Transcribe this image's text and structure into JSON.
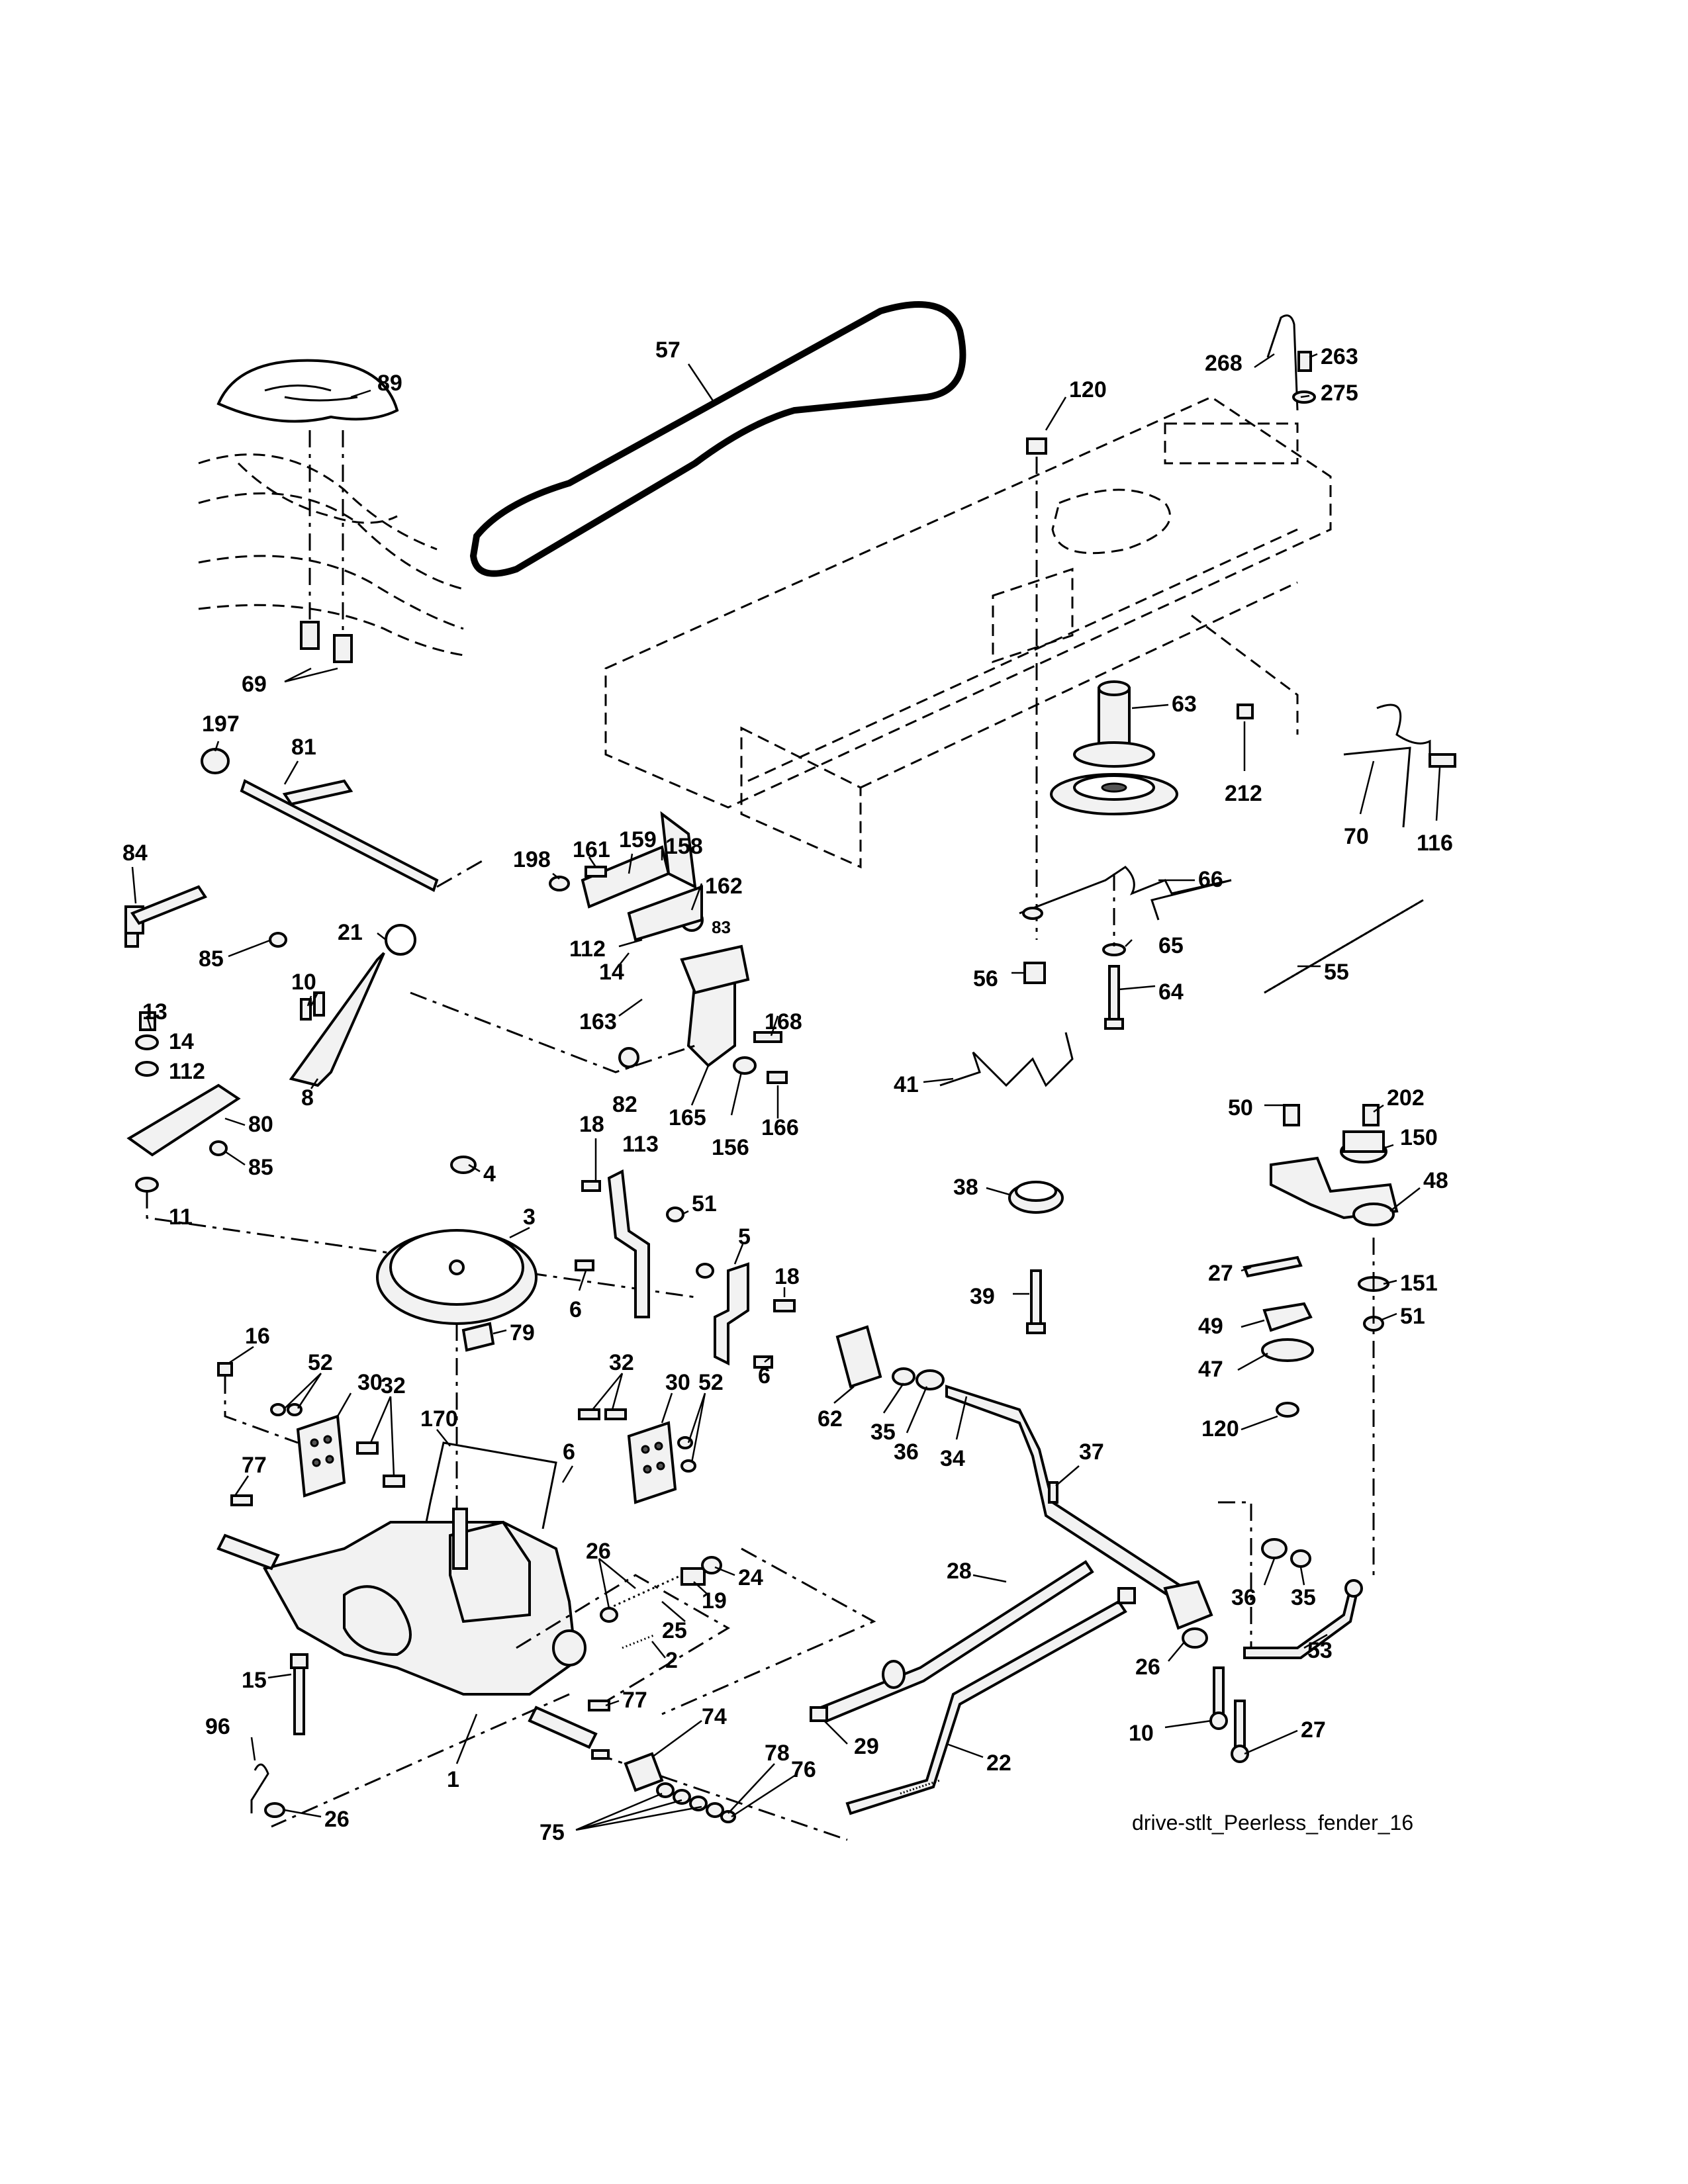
{
  "caption": "drive-stlt_Peerless_fender_16",
  "callouts": [
    {
      "id": "57",
      "text": "57"
    },
    {
      "id": "89",
      "text": "89"
    },
    {
      "id": "120a",
      "text": "120"
    },
    {
      "id": "268",
      "text": "268"
    },
    {
      "id": "263",
      "text": "263"
    },
    {
      "id": "275",
      "text": "275"
    },
    {
      "id": "69",
      "text": "69"
    },
    {
      "id": "197",
      "text": "197"
    },
    {
      "id": "81",
      "text": "81"
    },
    {
      "id": "63",
      "text": "63"
    },
    {
      "id": "212",
      "text": "212"
    },
    {
      "id": "70",
      "text": "70"
    },
    {
      "id": "116",
      "text": "116"
    },
    {
      "id": "84",
      "text": "84"
    },
    {
      "id": "198",
      "text": "198"
    },
    {
      "id": "161",
      "text": "161"
    },
    {
      "id": "159",
      "text": "159"
    },
    {
      "id": "158",
      "text": "158"
    },
    {
      "id": "162",
      "text": "162"
    },
    {
      "id": "66",
      "text": "66"
    },
    {
      "id": "21",
      "text": "21"
    },
    {
      "id": "85a",
      "text": "85"
    },
    {
      "id": "112a",
      "text": "112"
    },
    {
      "id": "83",
      "text": "83"
    },
    {
      "id": "65",
      "text": "65"
    },
    {
      "id": "55",
      "text": "55"
    },
    {
      "id": "10a",
      "text": "10"
    },
    {
      "id": "14a",
      "text": "14"
    },
    {
      "id": "56",
      "text": "56"
    },
    {
      "id": "64",
      "text": "64"
    },
    {
      "id": "163",
      "text": "163"
    },
    {
      "id": "168",
      "text": "168"
    },
    {
      "id": "13",
      "text": "13"
    },
    {
      "id": "14b",
      "text": "14"
    },
    {
      "id": "112b",
      "text": "112"
    },
    {
      "id": "82",
      "text": "82"
    },
    {
      "id": "41",
      "text": "41"
    },
    {
      "id": "8",
      "text": "8"
    },
    {
      "id": "80",
      "text": "80"
    },
    {
      "id": "165",
      "text": "165"
    },
    {
      "id": "156",
      "text": "156"
    },
    {
      "id": "166",
      "text": "166"
    },
    {
      "id": "50",
      "text": "50"
    },
    {
      "id": "202",
      "text": "202"
    },
    {
      "id": "85b",
      "text": "85"
    },
    {
      "id": "18a",
      "text": "18"
    },
    {
      "id": "113",
      "text": "113"
    },
    {
      "id": "150",
      "text": "150"
    },
    {
      "id": "4",
      "text": "4"
    },
    {
      "id": "38",
      "text": "38"
    },
    {
      "id": "48",
      "text": "48"
    },
    {
      "id": "11",
      "text": "11"
    },
    {
      "id": "3",
      "text": "3"
    },
    {
      "id": "51a",
      "text": "51"
    },
    {
      "id": "5",
      "text": "5"
    },
    {
      "id": "27a",
      "text": "27"
    },
    {
      "id": "18b",
      "text": "18"
    },
    {
      "id": "151",
      "text": "151"
    },
    {
      "id": "6a",
      "text": "6"
    },
    {
      "id": "39",
      "text": "39"
    },
    {
      "id": "51b",
      "text": "51"
    },
    {
      "id": "49",
      "text": "49"
    },
    {
      "id": "79",
      "text": "79"
    },
    {
      "id": "16",
      "text": "16"
    },
    {
      "id": "6b",
      "text": "6"
    },
    {
      "id": "47",
      "text": "47"
    },
    {
      "id": "52a",
      "text": "52"
    },
    {
      "id": "32a",
      "text": "32"
    },
    {
      "id": "30a",
      "text": "30"
    },
    {
      "id": "32b",
      "text": "32"
    },
    {
      "id": "30b",
      "text": "30"
    },
    {
      "id": "52b",
      "text": "52"
    },
    {
      "id": "62",
      "text": "62"
    },
    {
      "id": "120b",
      "text": "120"
    },
    {
      "id": "170",
      "text": "170"
    },
    {
      "id": "35a",
      "text": "35"
    },
    {
      "id": "36a",
      "text": "36"
    },
    {
      "id": "34",
      "text": "34"
    },
    {
      "id": "37",
      "text": "37"
    },
    {
      "id": "77a",
      "text": "77"
    },
    {
      "id": "6c",
      "text": "6"
    },
    {
      "id": "26a",
      "text": "26"
    },
    {
      "id": "24",
      "text": "24"
    },
    {
      "id": "36b",
      "text": "36"
    },
    {
      "id": "35b",
      "text": "35"
    },
    {
      "id": "19",
      "text": "19"
    },
    {
      "id": "25",
      "text": "25"
    },
    {
      "id": "28",
      "text": "28"
    },
    {
      "id": "53",
      "text": "53"
    },
    {
      "id": "2",
      "text": "2"
    },
    {
      "id": "26b",
      "text": "26"
    },
    {
      "id": "15",
      "text": "15"
    },
    {
      "id": "77b",
      "text": "77"
    },
    {
      "id": "74",
      "text": "74"
    },
    {
      "id": "29",
      "text": "29"
    },
    {
      "id": "10b",
      "text": "10"
    },
    {
      "id": "27b",
      "text": "27"
    },
    {
      "id": "22",
      "text": "22"
    },
    {
      "id": "96",
      "text": "96"
    },
    {
      "id": "78",
      "text": "78"
    },
    {
      "id": "76",
      "text": "76"
    },
    {
      "id": "1",
      "text": "1"
    },
    {
      "id": "26c",
      "text": "26"
    },
    {
      "id": "75",
      "text": "75"
    }
  ]
}
